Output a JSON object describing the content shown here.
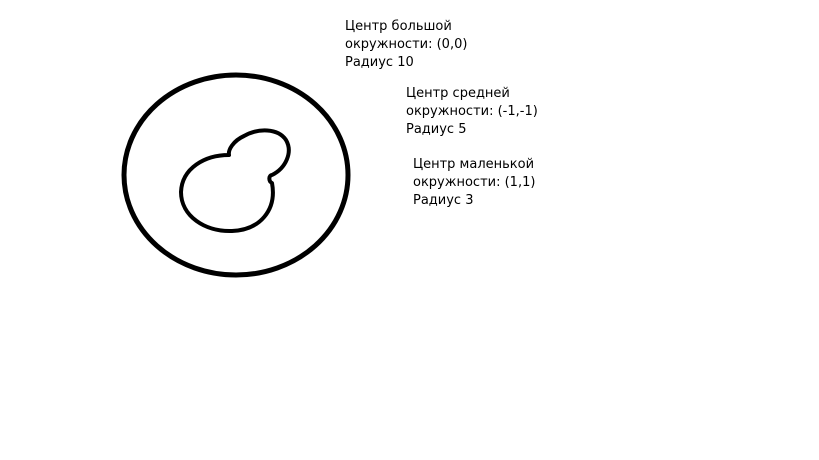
{
  "labels": {
    "large": {
      "line1": "Центр большой",
      "line2": "окружности: (0,0)",
      "line3": "Радиус 10"
    },
    "medium": {
      "line1": "Центр средней",
      "line2": "окружности: (-1,-1)",
      "line3": "Радиус 5"
    },
    "small": {
      "line1": "Центр маленькой",
      "line2": "окружности: (1,1)",
      "line3": "Радиус 3"
    }
  },
  "colors": {
    "stroke": "#000000",
    "background": "#ffffff"
  }
}
